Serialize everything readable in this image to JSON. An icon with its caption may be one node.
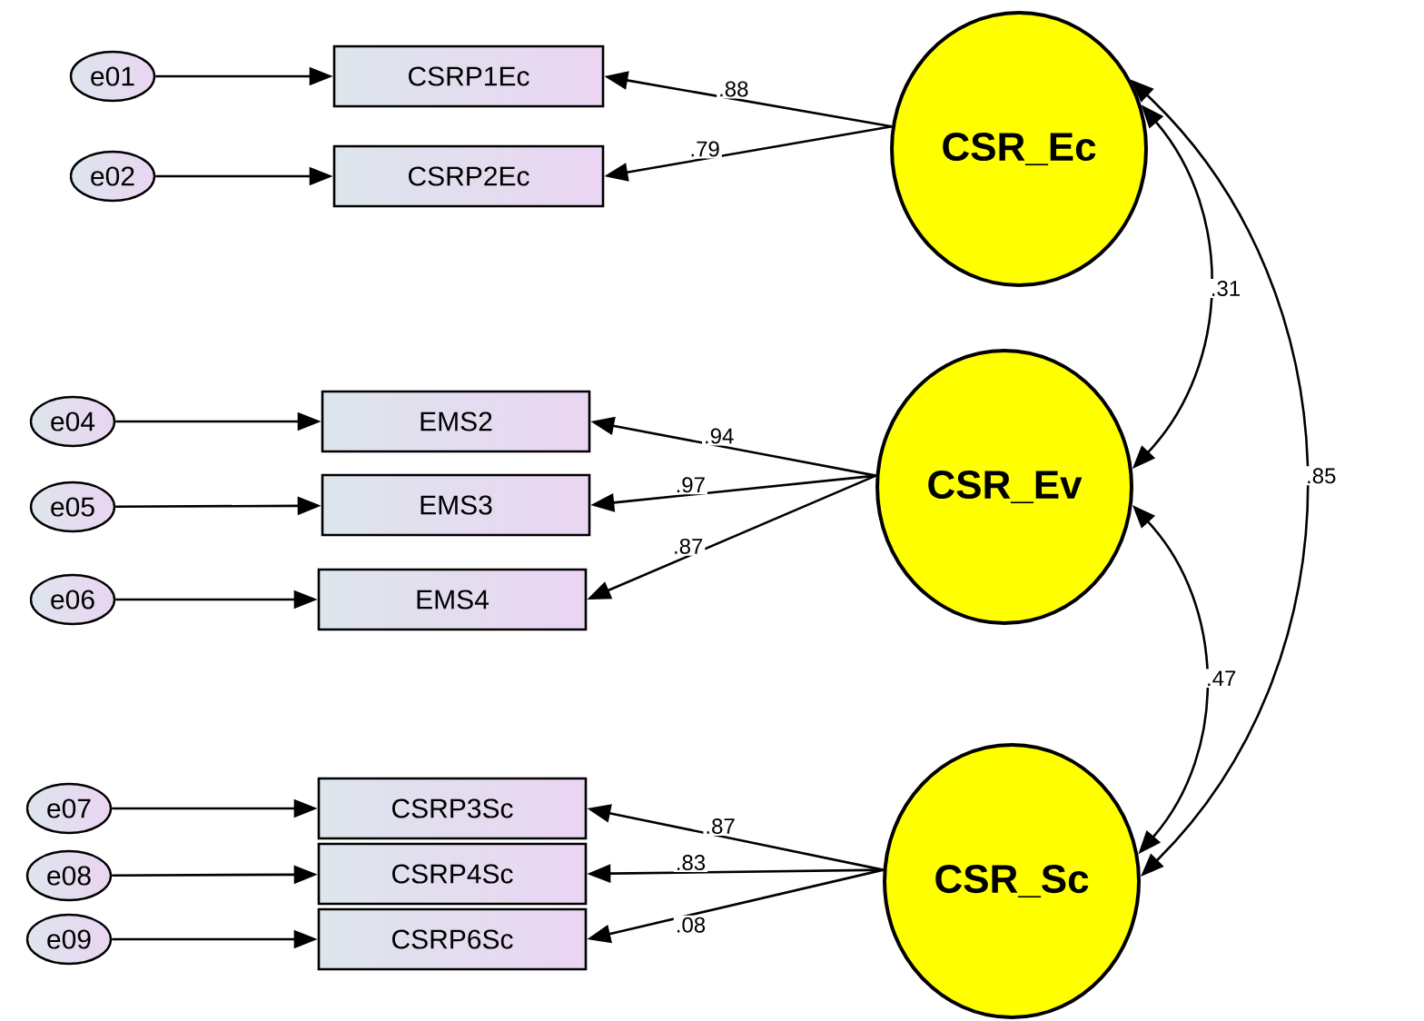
{
  "diagram": {
    "nodes": [
      {
        "text": [
          "e01"
        ]
      },
      {
        "text": [
          "e02"
        ]
      },
      {
        "text": [
          "CSRP1Ec"
        ]
      },
      {
        "text": [
          "CSRP2Ec"
        ]
      },
      {
        "text": [
          "e04"
        ]
      },
      {
        "text": [
          "e05"
        ]
      },
      {
        "text": [
          "e06"
        ]
      },
      {
        "text": [
          "EMS2"
        ]
      },
      {
        "text": [
          "EMS3"
        ]
      },
      {
        "text": [
          "EMS4"
        ]
      },
      {
        "text": [
          "e07"
        ]
      },
      {
        "text": [
          "e08"
        ]
      },
      {
        "text": [
          "e09"
        ]
      },
      {
        "text": [
          "CSRP3Sc"
        ]
      },
      {
        "text": [
          "CSRP4Sc"
        ]
      },
      {
        "text": [
          "CSRP6Sc"
        ]
      },
      {
        "text": [
          "CSR_Ec"
        ]
      },
      {
        "text": [
          "CSR_Ev"
        ]
      },
      {
        "text": [
          "CSR_Sc"
        ]
      }
    ],
    "edges": [
      {
        "from": 0,
        "to": 2,
        "arrow": "to"
      },
      {
        "from": 1,
        "to": 3,
        "arrow": "to"
      },
      {
        "from": 4,
        "to": 7,
        "arrow": "to"
      },
      {
        "from": 5,
        "to": 8,
        "arrow": "to"
      },
      {
        "from": 6,
        "to": 9,
        "arrow": "to"
      },
      {
        "from": 10,
        "to": 13,
        "arrow": "to"
      },
      {
        "from": 11,
        "to": 14,
        "arrow": "to"
      },
      {
        "from": 12,
        "to": 15,
        "arrow": "to"
      },
      {
        "from": 16,
        "to": 2,
        "arrow": "to",
        "label": ".88"
      },
      {
        "from": 16,
        "to": 3,
        "arrow": "to",
        "label": ".79"
      },
      {
        "from": 17,
        "to": 7,
        "arrow": "to",
        "label": ".94"
      },
      {
        "from": 17,
        "to": 8,
        "arrow": "to",
        "label": ".97"
      },
      {
        "from": 17,
        "to": 9,
        "arrow": "to",
        "label": ".87"
      },
      {
        "from": 18,
        "to": 13,
        "arrow": "to",
        "label": ".87"
      },
      {
        "from": 18,
        "to": 14,
        "arrow": "to",
        "label": ".83"
      },
      {
        "from": 18,
        "to": 15,
        "arrow": "to",
        "label": ".08"
      },
      {
        "from": 16,
        "to": 17,
        "arrow": "both",
        "label": ".31"
      },
      {
        "from": 17,
        "to": 18,
        "arrow": "both",
        "label": ".47"
      },
      {
        "from": 16,
        "to": 18,
        "arrow": "both",
        "label": ".85"
      }
    ]
  }
}
